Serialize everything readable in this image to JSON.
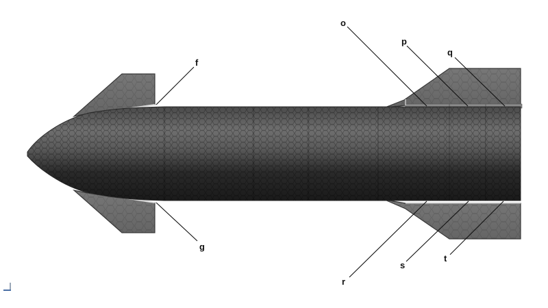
{
  "figure": {
    "subject": "rocket / missile body with honeycomb (hexagonal) surface mesh, side view",
    "colors": {
      "background": "#ffffff",
      "body_light": "#7a7a7a",
      "body_mid": "#4a4a4a",
      "body_dark": "#1c1c1c",
      "fin_fill": "#6e6e6e",
      "fin_edge": "#3a3a3a",
      "highlight_line": "#d8d8d8",
      "leader_line": "#111111",
      "label_text": "#111111"
    },
    "components": {
      "nose_cone": "nose-cone",
      "main_body": "cylindrical-body",
      "front_fins": [
        "front-fin-top",
        "front-fin-bottom"
      ],
      "rear_fins": [
        "rear-fin-top",
        "rear-fin-bottom"
      ]
    }
  },
  "callouts": [
    {
      "id": "f",
      "label": "f",
      "position": "top",
      "target": "front-fin-top root joint"
    },
    {
      "id": "g",
      "label": "g",
      "position": "bottom",
      "target": "front-fin-bottom root joint"
    },
    {
      "id": "o",
      "label": "o",
      "position": "top",
      "target": "rear-fin-top root segment 1"
    },
    {
      "id": "p",
      "label": "p",
      "position": "top",
      "target": "rear-fin-top root segment 2"
    },
    {
      "id": "q",
      "label": "q",
      "position": "top",
      "target": "rear-fin-top root segment 3"
    },
    {
      "id": "r",
      "label": "r",
      "position": "bottom",
      "target": "rear-fin-bottom root segment 1"
    },
    {
      "id": "s",
      "label": "s",
      "position": "bottom",
      "target": "rear-fin-bottom root segment 2"
    },
    {
      "id": "t",
      "label": "t",
      "position": "bottom",
      "target": "rear-fin-bottom root segment 3"
    }
  ],
  "corner_icon": "axis-triad-icon"
}
